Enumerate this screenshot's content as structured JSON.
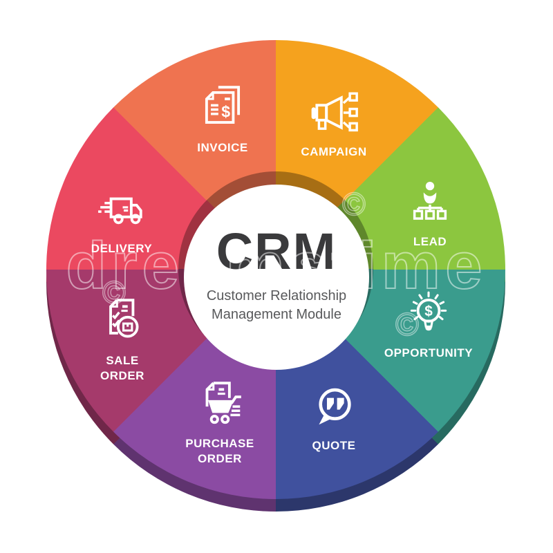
{
  "title": {
    "main": "CRM",
    "subtitle_line1": "Customer Relationship",
    "subtitle_line2": "Management Module"
  },
  "watermark": {
    "text": "dreamstime",
    "copyright_symbol": "©"
  },
  "segments": [
    {
      "id": "campaign",
      "label": "CAMPAIGN",
      "color": "#F5A21E",
      "icon": "megaphone-broadcast-icon",
      "position": "top-right"
    },
    {
      "id": "lead",
      "label": "LEAD",
      "color": "#8CC63F",
      "icon": "person-hierarchy-icon",
      "position": "right-upper"
    },
    {
      "id": "opportunity",
      "label": "OPPORTUNITY",
      "color": "#3A9C8D",
      "icon": "idea-bulb-dollar-icon",
      "position": "right-lower"
    },
    {
      "id": "quote",
      "label": "QUOTE",
      "color": "#40519E",
      "icon": "quote-bubble-icon",
      "position": "bottom-right"
    },
    {
      "id": "purchase_order",
      "label": "PURCHASE\nORDER",
      "color": "#8B4BA3",
      "icon": "document-cart-icon",
      "position": "bottom-left"
    },
    {
      "id": "sale_order",
      "label": "SALE\nORDER",
      "color": "#A53A6B",
      "icon": "checklist-package-icon",
      "position": "left-lower"
    },
    {
      "id": "delivery",
      "label": "DELIVERY",
      "color": "#EB4960",
      "icon": "delivery-truck-icon",
      "position": "left-upper"
    },
    {
      "id": "invoice",
      "label": "INVOICE",
      "color": "#EF7350",
      "icon": "invoice-document-icon",
      "position": "top-left"
    }
  ]
}
